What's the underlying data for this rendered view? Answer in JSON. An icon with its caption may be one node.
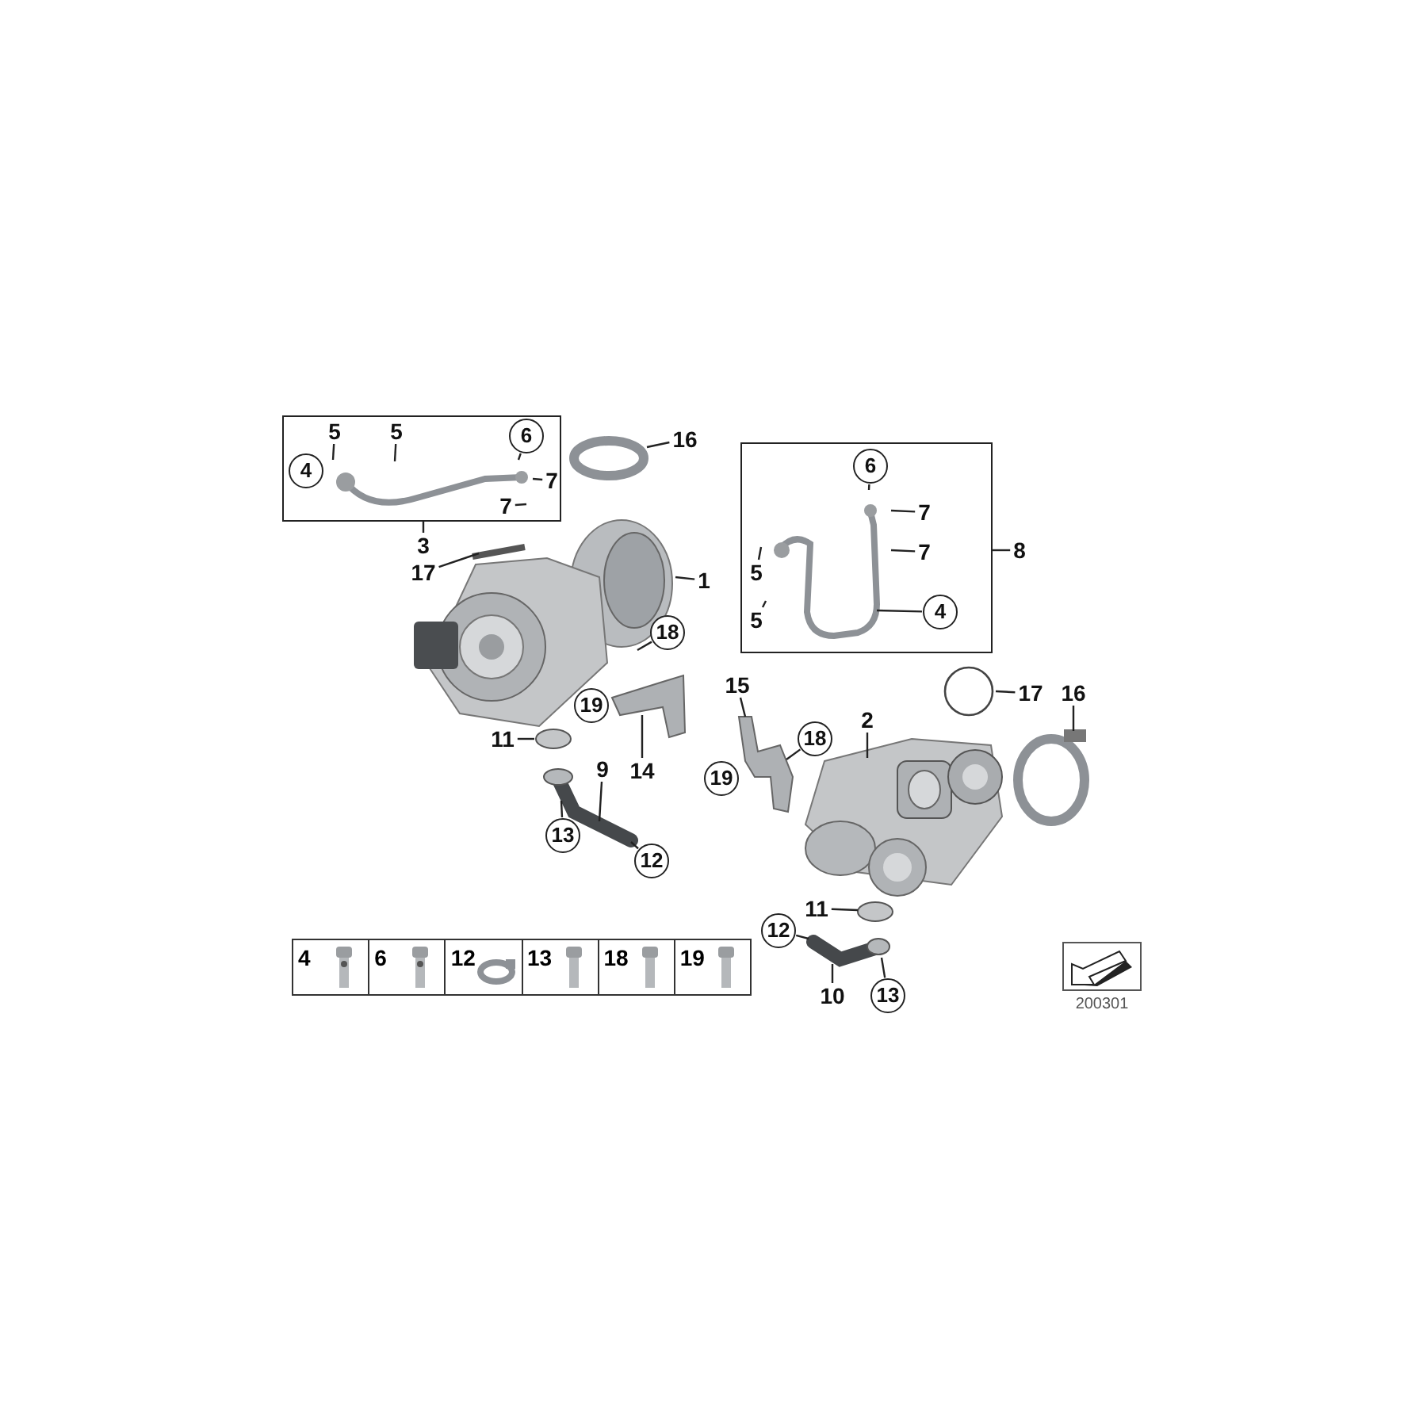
{
  "diagram": {
    "nodes": [
      {
        "text": [],
        "shape": "box"
      },
      {
        "text": [
          "4"
        ],
        "in": 0
      },
      {
        "text": [
          "5"
        ],
        "in": 0
      },
      {
        "text": [
          "5"
        ],
        "in": 0
      },
      {
        "text": [
          "6"
        ],
        "in": 0
      },
      {
        "text": [
          "7"
        ],
        "in": 0
      },
      {
        "text": [
          "7"
        ],
        "in": 0
      },
      {
        "text": [
          "16"
        ]
      },
      {
        "text": [
          "3"
        ]
      },
      {
        "text": [
          "17"
        ]
      },
      {
        "text": [
          "1"
        ]
      },
      {
        "text": [],
        "shape": "box"
      },
      {
        "text": [
          "6"
        ],
        "in": 11
      },
      {
        "text": [
          "7"
        ],
        "in": 11
      },
      {
        "text": [
          "7"
        ],
        "in": 11
      },
      {
        "text": [
          "5"
        ],
        "in": 11
      },
      {
        "text": [
          "5"
        ],
        "in": 11
      },
      {
        "text": [
          "4"
        ],
        "in": 11
      },
      {
        "text": [
          "8"
        ]
      },
      {
        "text": [
          "18"
        ]
      },
      {
        "text": [
          "19"
        ]
      },
      {
        "text": [
          "17"
        ]
      },
      {
        "text": [
          "16"
        ]
      },
      {
        "text": [
          "11"
        ]
      },
      {
        "text": [
          "15"
        ]
      },
      {
        "text": [
          "2"
        ]
      },
      {
        "text": [
          "9"
        ]
      },
      {
        "text": [
          "14"
        ]
      },
      {
        "text": [
          "18"
        ]
      },
      {
        "text": [
          "19"
        ]
      },
      {
        "text": [
          "13"
        ]
      },
      {
        "text": [
          "12"
        ]
      },
      {
        "text": [
          "11"
        ]
      },
      {
        "text": [
          "12"
        ]
      },
      {
        "text": [
          "10"
        ]
      },
      {
        "text": [
          "13"
        ]
      },
      {
        "text": [],
        "shape": "picture",
        "in": 0
      },
      {
        "text": [],
        "shape": "circle"
      },
      {
        "text": [],
        "shape": "picture"
      },
      {
        "text": [],
        "shape": "picture"
      },
      {
        "text": [],
        "shape": "picture"
      },
      {
        "text": [],
        "shape": "circle"
      },
      {
        "text": [],
        "shape": "picture"
      },
      {
        "text": [],
        "shape": "picture",
        "in": 11
      },
      {
        "text": [],
        "shape": "circle"
      },
      {
        "text": [],
        "shape": "picture"
      },
      {
        "text": [],
        "shape": "picture"
      },
      {
        "text": [],
        "shape": "circle"
      },
      {
        "text": [],
        "shape": "circle"
      },
      {
        "text": [],
        "shape": "picture"
      }
    ],
    "edges": [
      {
        "from": 2,
        "to": null,
        "arrow": "none"
      },
      {
        "from": 3,
        "to": null,
        "arrow": "none"
      },
      {
        "from": 4,
        "to": null,
        "arrow": "none"
      },
      {
        "from": 5,
        "to": null,
        "arrow": "none"
      },
      {
        "from": 6,
        "to": null,
        "arrow": "none"
      },
      {
        "from": 7,
        "to": 37,
        "arrow": "none"
      },
      {
        "from": 8,
        "to": 0,
        "arrow": "none"
      },
      {
        "from": 9,
        "to": 38,
        "arrow": "none"
      },
      {
        "from": 10,
        "to": 39,
        "arrow": "none"
      },
      {
        "from": 12,
        "to": null,
        "arrow": "none"
      },
      {
        "from": 13,
        "to": null,
        "arrow": "none"
      },
      {
        "from": 14,
        "to": null,
        "arrow": "none"
      },
      {
        "from": 15,
        "to": null,
        "arrow": "none"
      },
      {
        "from": 16,
        "to": null,
        "arrow": "none"
      },
      {
        "from": 17,
        "to": 43,
        "arrow": "none"
      },
      {
        "from": 18,
        "to": 11,
        "arrow": "none"
      },
      {
        "from": 19,
        "to": 39,
        "arrow": "none"
      },
      {
        "from": 21,
        "to": 44,
        "arrow": "none"
      },
      {
        "from": 22,
        "to": 47,
        "arrow": "none"
      },
      {
        "from": 23,
        "to": 41,
        "arrow": "none"
      },
      {
        "from": 24,
        "to": 45,
        "arrow": "none"
      },
      {
        "from": 25,
        "to": 46,
        "arrow": "none"
      },
      {
        "from": 26,
        "to": 42,
        "arrow": "none"
      },
      {
        "from": 27,
        "to": 40,
        "arrow": "none"
      },
      {
        "from": 28,
        "to": 45,
        "arrow": "none"
      },
      {
        "from": 30,
        "to": 42,
        "arrow": "none"
      },
      {
        "from": 31,
        "to": 42,
        "arrow": "none"
      },
      {
        "from": 32,
        "to": 48,
        "arrow": "none"
      },
      {
        "from": 33,
        "to": 49,
        "arrow": "none"
      },
      {
        "from": 34,
        "to": 49,
        "arrow": "none"
      },
      {
        "from": 35,
        "to": 49,
        "arrow": "none"
      }
    ],
    "labels": [
      "4",
      "6",
      "12",
      "13",
      "18",
      "19",
      "200301"
    ]
  }
}
